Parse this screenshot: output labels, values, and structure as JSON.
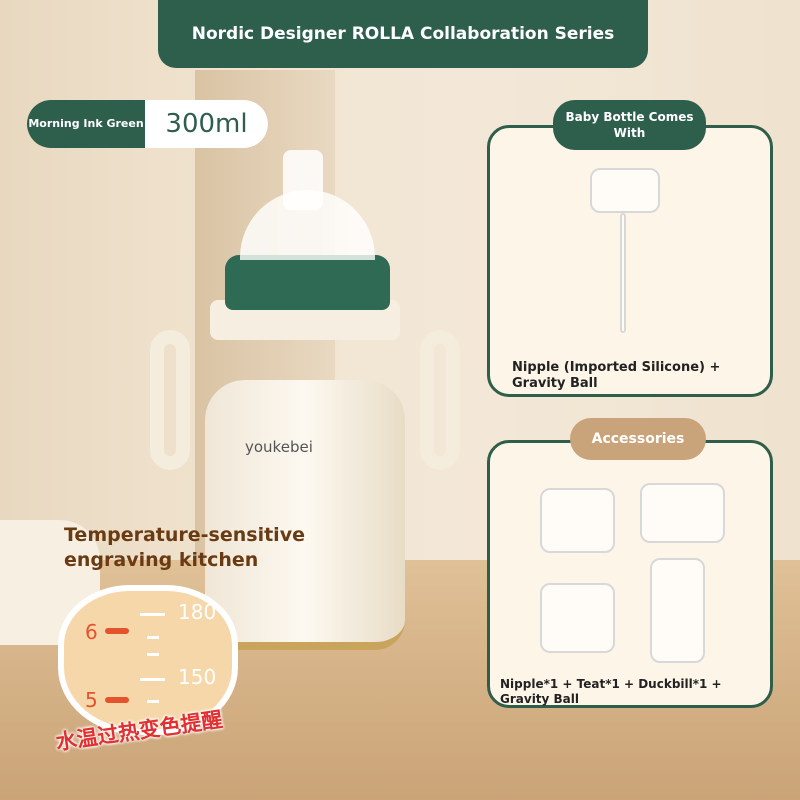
{
  "banner": {
    "title": "Nordic Designer ROLLA Collaboration Series"
  },
  "badge": {
    "color_name": "Morning Ink Green",
    "capacity": "300ml"
  },
  "included": {
    "tab": "Baby Bottle Comes With",
    "caption": "Nipple (Imported Silicone) + Gravity Ball"
  },
  "accessories": {
    "tab": "Accessories",
    "caption": "Nipple*1 + Teat*1 + Duckbill*1 + Gravity Ball"
  },
  "bottle": {
    "brand": "youkebei"
  },
  "temperature": {
    "title": "Temperature-sensitive engraving kitchen",
    "scale_left": [
      "6",
      "5"
    ],
    "scale_right": [
      "180",
      "150"
    ],
    "warning": "水温过热变色提醒"
  },
  "colors": {
    "brand_green": "#2e5e4c",
    "accent_tan": "#c9a37a",
    "warning_red": "#e23030"
  }
}
